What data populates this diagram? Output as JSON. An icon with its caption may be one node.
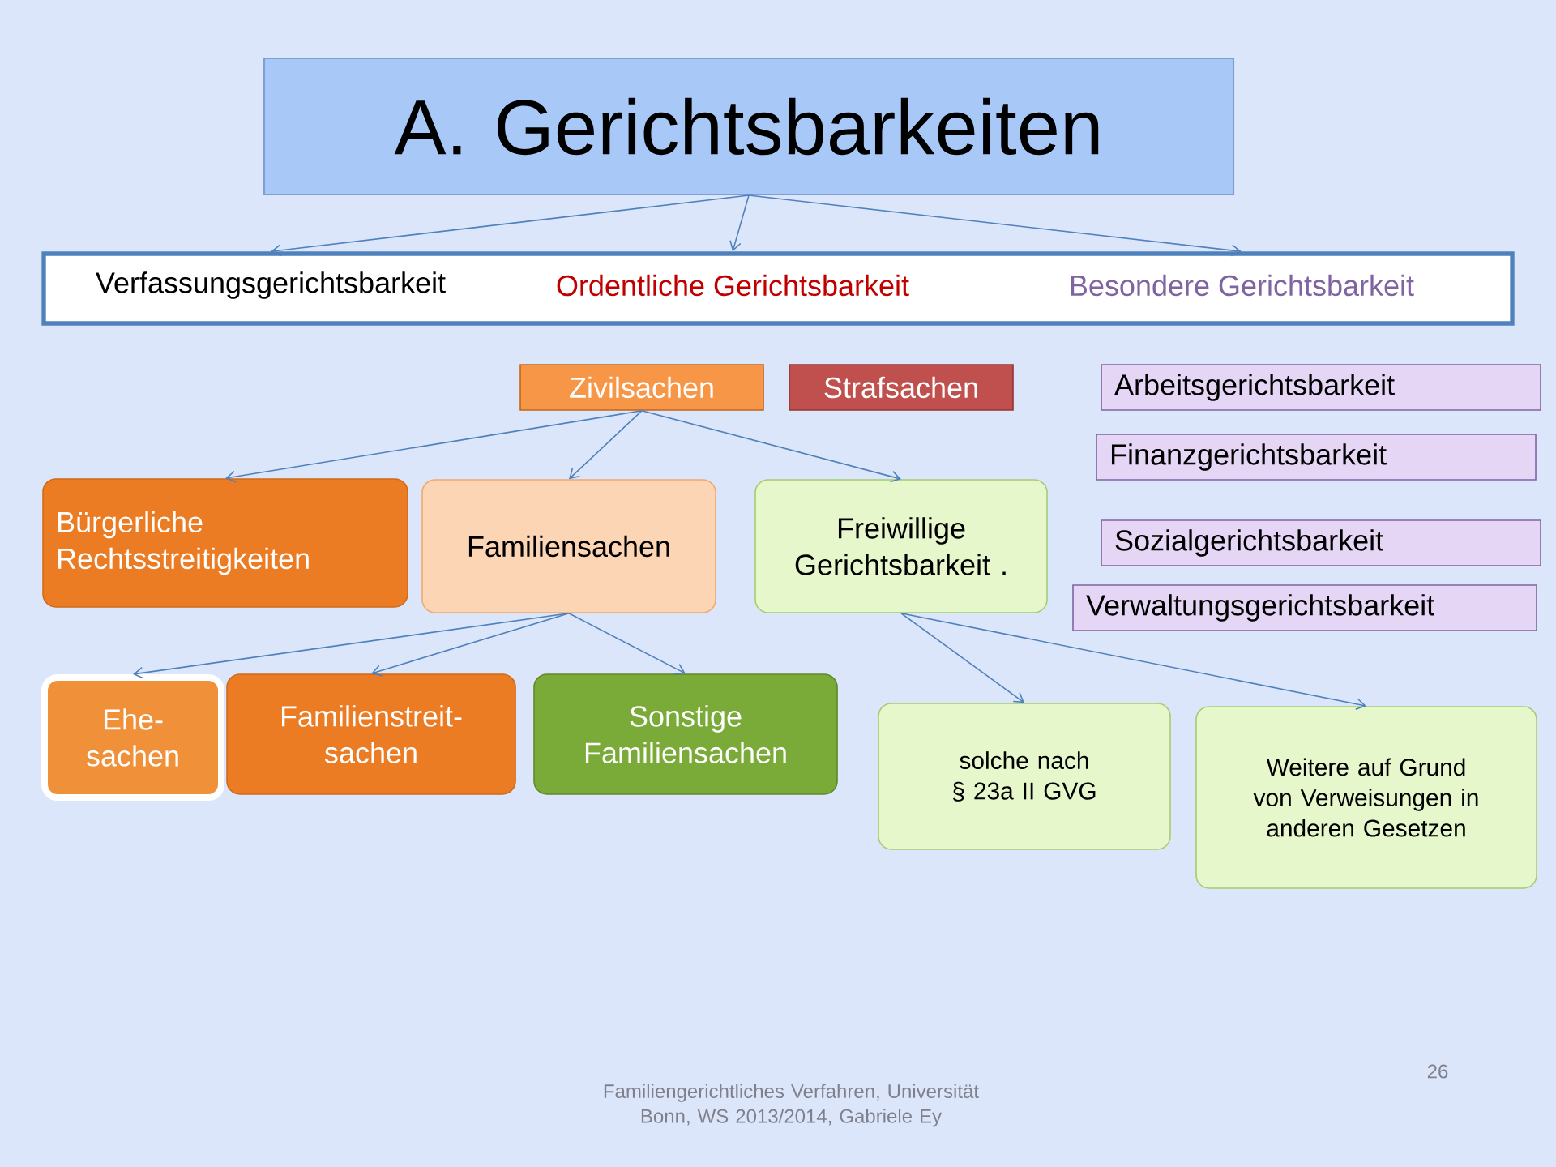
{
  "diagram": {
    "nodes": [
      {
        "text": [
          "A. Gerichtsbarkeiten"
        ]
      },
      {
        "text": [],
        "shape": "box"
      },
      {
        "text": [
          "Verfassungsgerichtsbarkeit"
        ],
        "in": 1
      },
      {
        "text": [
          "Ordentliche Gerichtsbarkeit"
        ],
        "in": 1
      },
      {
        "text": [
          "Besondere Gerichtsbarkeit"
        ],
        "in": 1
      },
      {
        "text": [
          "Zivilsachen"
        ]
      },
      {
        "text": [
          "Strafsachen"
        ]
      },
      {
        "text": [
          "Arbeitsgerichtsbarkeit"
        ]
      },
      {
        "text": [
          "Finanzgerichtsbarkeit"
        ]
      },
      {
        "text": [
          "Sozialgerichtsbarkeit"
        ]
      },
      {
        "text": [
          "Verwaltungsgerichtsbarkeit"
        ]
      },
      {
        "text": [
          "Bürgerliche Rechtsstreitigkeiten"
        ]
      },
      {
        "text": [
          "Familiensachen"
        ]
      },
      {
        "text": [
          "Freiwillige Gerichtsbarkeit ."
        ]
      },
      {
        "text": [
          "Ehe- sachen"
        ]
      },
      {
        "text": [
          "Familienstreit- sachen"
        ]
      },
      {
        "text": [
          "Sonstige Familiensachen"
        ]
      },
      {
        "text": [
          "solche nach § 23a II GVG"
        ]
      },
      {
        "text": [
          "Weitere auf Grund von Verweisungen in anderen Gesetzen"
        ]
      }
    ],
    "edges": [
      {
        "from": 0,
        "to": 2,
        "arrow": "to"
      },
      {
        "from": 0,
        "to": 3,
        "arrow": "to"
      },
      {
        "from": 0,
        "to": 4,
        "arrow": "to"
      },
      {
        "from": 5,
        "to": 11,
        "arrow": "to"
      },
      {
        "from": 5,
        "to": 12,
        "arrow": "to"
      },
      {
        "from": 5,
        "to": 13,
        "arrow": "to"
      },
      {
        "from": 12,
        "to": 14,
        "arrow": "to"
      },
      {
        "from": 12,
        "to": 15,
        "arrow": "to"
      },
      {
        "from": 12,
        "to": 16,
        "arrow": "to"
      },
      {
        "from": 13,
        "to": 17,
        "arrow": "to"
      },
      {
        "from": 13,
        "to": 18,
        "arrow": "to"
      }
    ],
    "labels": [
      "Familiengerichtliches Verfahren, Universität Bonn, WS 2013/2014, Gabriele Ey",
      "26"
    ]
  }
}
